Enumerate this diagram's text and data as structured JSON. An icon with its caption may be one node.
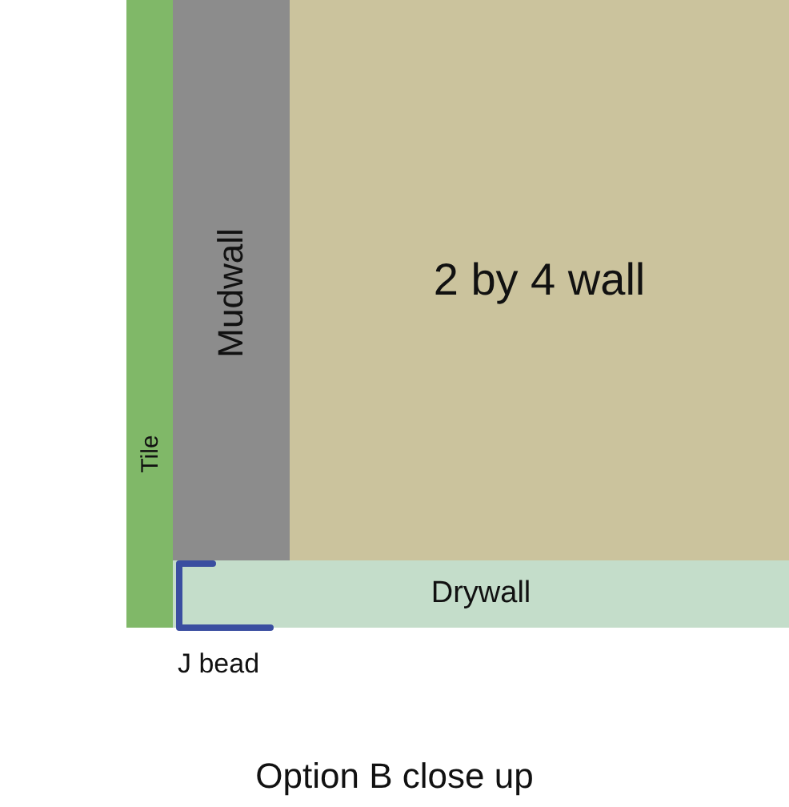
{
  "diagram": {
    "caption": "Option B close up",
    "nodes": [
      {
        "text": [
          "Tile"
        ]
      },
      {
        "text": [
          "Mudwall"
        ]
      },
      {
        "text": [
          "2 by 4 wall"
        ]
      },
      {
        "text": [
          "Drywall"
        ]
      }
    ],
    "labels": [
      "J bead"
    ]
  }
}
